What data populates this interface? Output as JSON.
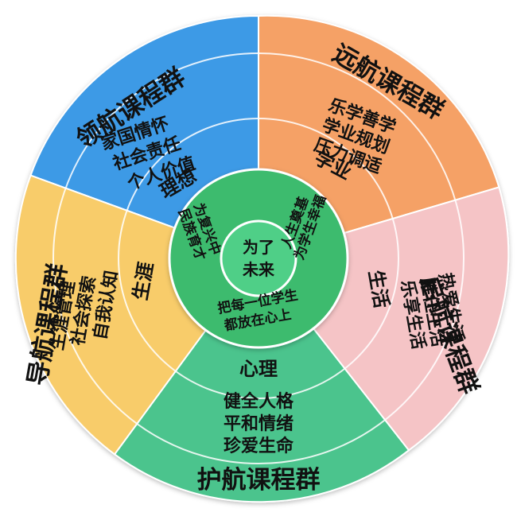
{
  "center": {
    "lines": [
      "为了",
      "未来"
    ]
  },
  "motto": {
    "nw": [
      "为复兴中",
      "民族育才"
    ],
    "ne": [
      "为学生幸福",
      "人生奠基"
    ],
    "s": [
      "把每一位学生",
      "都放在心上"
    ]
  },
  "sectors": [
    {
      "id": "lingshang",
      "title": "领航课程群",
      "focus": "理想",
      "topics": [
        "家国情怀",
        "社会责任",
        "个人价值"
      ],
      "color": "#3d9ae6"
    },
    {
      "id": "yuanhang",
      "title": "远航课程群",
      "focus": "学业",
      "topics": [
        "乐学善学",
        "学业规划",
        "压力调适"
      ],
      "color": "#f5a166"
    },
    {
      "id": "qihang",
      "title": "启航课程群",
      "focus": "生活",
      "topics": [
        "热爱生活",
        "胜任生活",
        "乐享生活"
      ],
      "color": "#f5c4c6"
    },
    {
      "id": "huhang",
      "title": "护航课程群",
      "focus": "心理",
      "topics": [
        "健全人格",
        "平和情绪",
        "珍爱生命"
      ],
      "color": "#4cc48d"
    },
    {
      "id": "daohang",
      "title": "导航课程群",
      "focus": "生涯",
      "topics": [
        "自我认知",
        "社会探索",
        "生涯管理"
      ],
      "color": "#f8cc6b"
    }
  ]
}
